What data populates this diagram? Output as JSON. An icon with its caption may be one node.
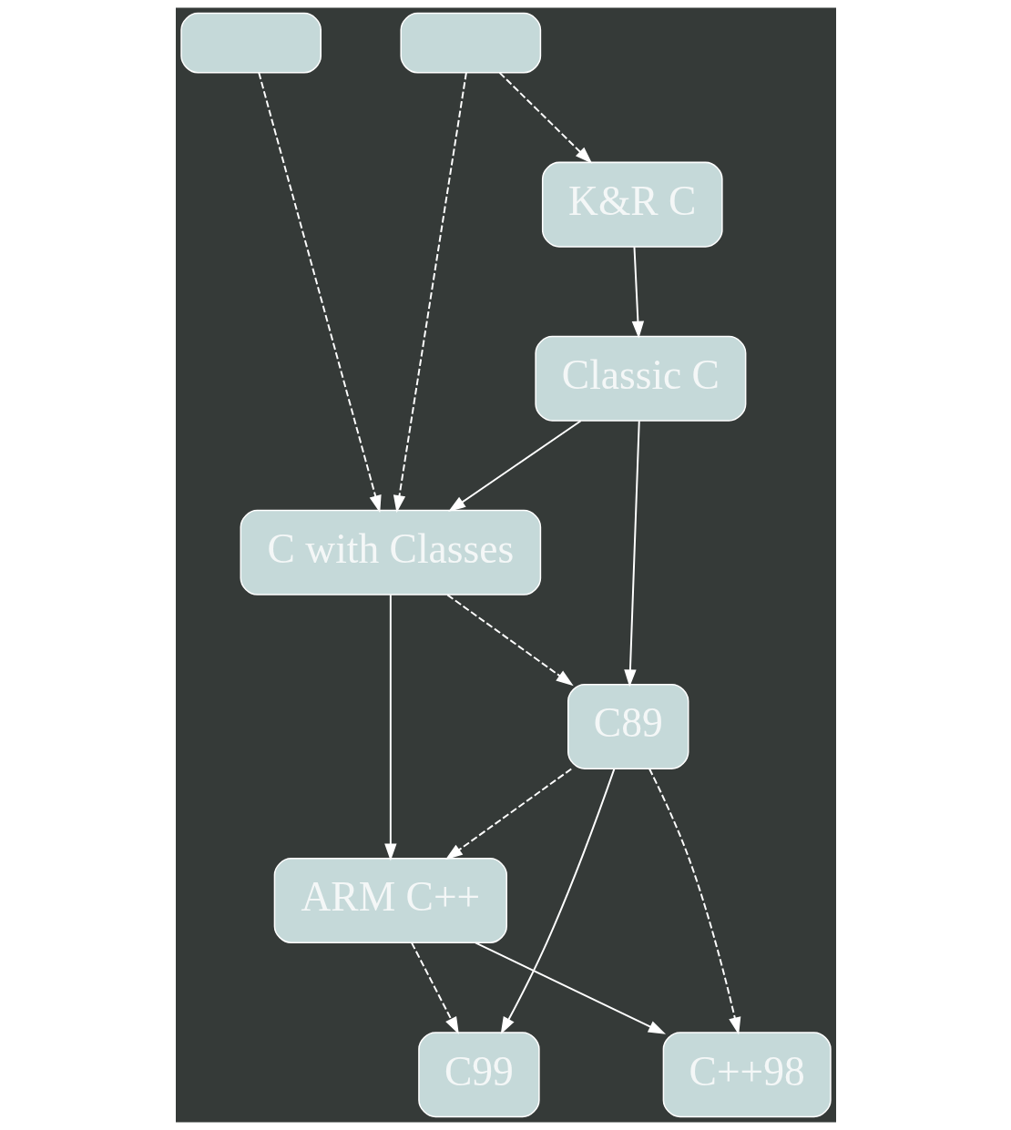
{
  "diagram": {
    "nodes": [
      {
        "text": [],
        "shape": "box"
      },
      {
        "text": [],
        "shape": "box"
      },
      {
        "text": [
          "K&R C"
        ]
      },
      {
        "text": [
          "Classic C"
        ]
      },
      {
        "text": [
          "C with Classes"
        ]
      },
      {
        "text": [
          "C89"
        ]
      },
      {
        "text": [
          "ARM C++"
        ]
      },
      {
        "text": [
          "C++98"
        ]
      },
      {
        "text": [
          "C99"
        ]
      }
    ],
    "edges": [
      {
        "from": 0,
        "to": 4,
        "arrow": "to",
        "style": "dashed"
      },
      {
        "from": 1,
        "to": 2,
        "arrow": "to",
        "style": "dashed"
      },
      {
        "from": 1,
        "to": 4,
        "arrow": "to",
        "style": "dashed"
      },
      {
        "from": 2,
        "to": 3,
        "arrow": "to"
      },
      {
        "from": 3,
        "to": 4,
        "arrow": "to"
      },
      {
        "from": 3,
        "to": 5,
        "arrow": "to"
      },
      {
        "from": 4,
        "to": 5,
        "arrow": "to",
        "style": "dashed"
      },
      {
        "from": 4,
        "to": 6,
        "arrow": "to"
      },
      {
        "from": 5,
        "to": 6,
        "arrow": "to",
        "style": "dashed"
      },
      {
        "from": 5,
        "to": 7,
        "arrow": "to",
        "style": "dashed"
      },
      {
        "from": 6,
        "to": 8,
        "arrow": "to",
        "style": "dashed"
      },
      {
        "from": 6,
        "to": 7,
        "arrow": "to"
      },
      {
        "from": 5,
        "to": 8,
        "arrow": "to"
      }
    ]
  }
}
